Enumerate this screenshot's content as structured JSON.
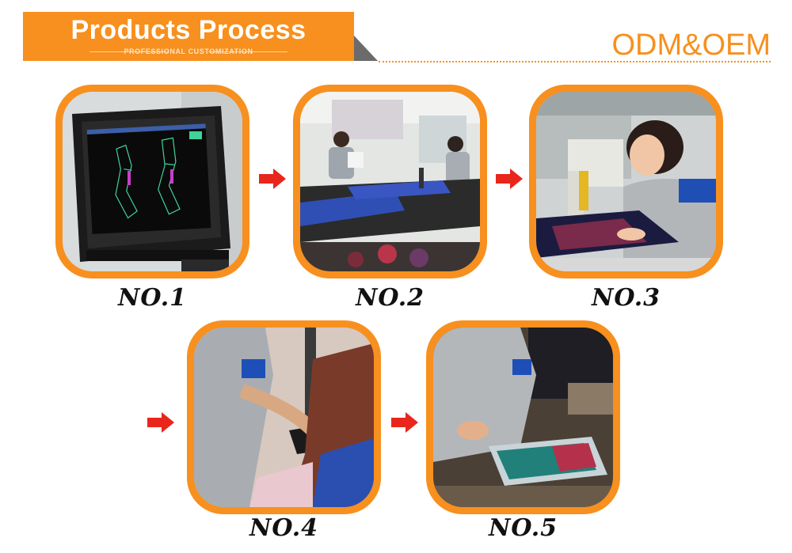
{
  "header": {
    "title": "Products Process",
    "subtitle": "PROFESSIONAL CUSTOMIZATION",
    "right_text": "ODM&OEM"
  },
  "colors": {
    "accent": "#f7901e",
    "arrow": "#e8261c",
    "fold": "#6b6b6b"
  },
  "steps": [
    {
      "label": "NO.1"
    },
    {
      "label": "NO.2"
    },
    {
      "label": "NO.3"
    },
    {
      "label": "NO.4"
    },
    {
      "label": "NO.5"
    }
  ]
}
